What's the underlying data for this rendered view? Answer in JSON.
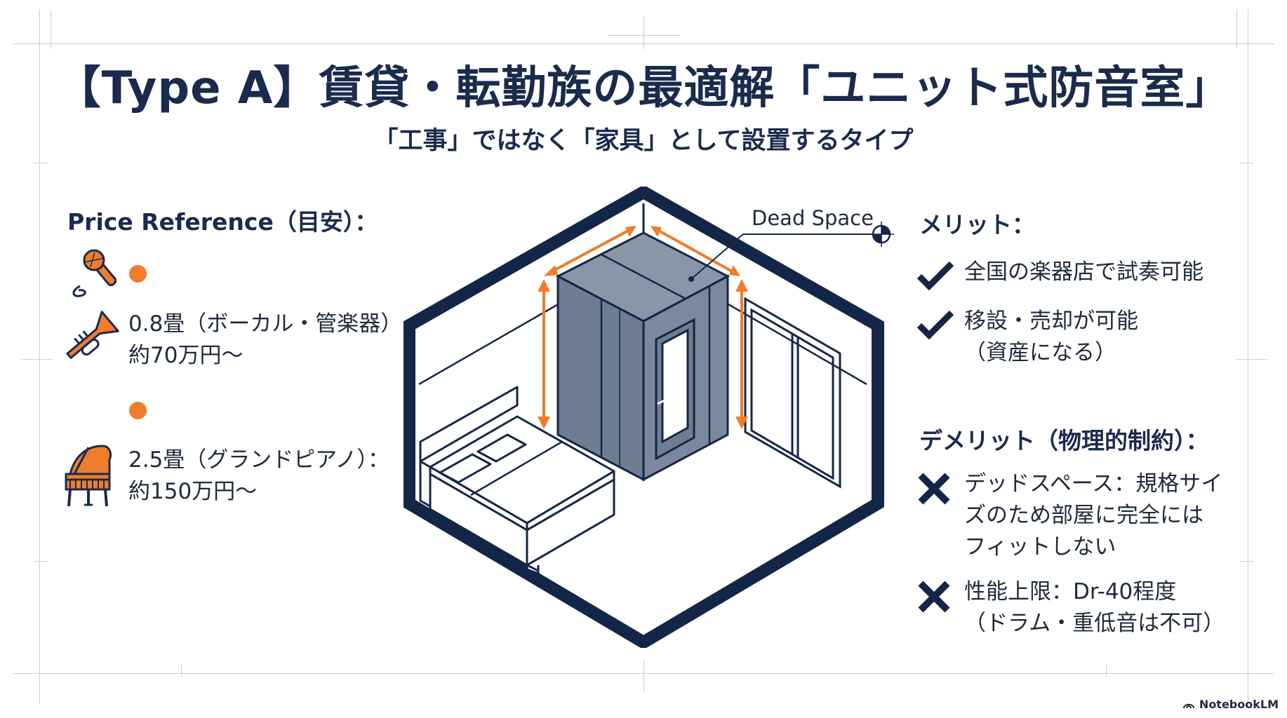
{
  "title": "【Type A】賃貸・転勤族の最適解「ユニット式防音室」",
  "subtitle": "「工事」ではなく「家具」として設置するタイプ",
  "price_section": {
    "heading": "Price Reference（目安）：",
    "items": [
      {
        "line1": "0.8畳（ボーカル・管楽器）",
        "line2": "約70万円～",
        "icons": [
          "microphone-icon",
          "trumpet-icon"
        ]
      },
      {
        "line1": "2.5畳（グランドピアノ）：",
        "line2": "約150万円～",
        "icons": [
          "grand-piano-icon"
        ]
      }
    ]
  },
  "diagram": {
    "dead_space_label": "Dead Space"
  },
  "merits": {
    "heading": "メリット：",
    "items": [
      {
        "lines": [
          "全国の楽器店で試奏可能"
        ]
      },
      {
        "lines": [
          "移設・売却が可能",
          "（資産になる）"
        ]
      }
    ]
  },
  "demerits": {
    "heading": "デメリット（物理的制約）：",
    "items": [
      {
        "lines": [
          "デッドスペース：規格サイ",
          "ズのため部屋に完全には",
          "フィットしない"
        ]
      },
      {
        "lines": [
          "性能上限：Dr-40程度",
          "（ドラム・重低音は不可）"
        ]
      }
    ]
  },
  "watermark": "NotebookLM",
  "colors": {
    "navy": "#1a2b4d",
    "orange": "#ef7d2b",
    "booth_gray": "#6f7d93",
    "frame_line": "#c9cdd4"
  }
}
